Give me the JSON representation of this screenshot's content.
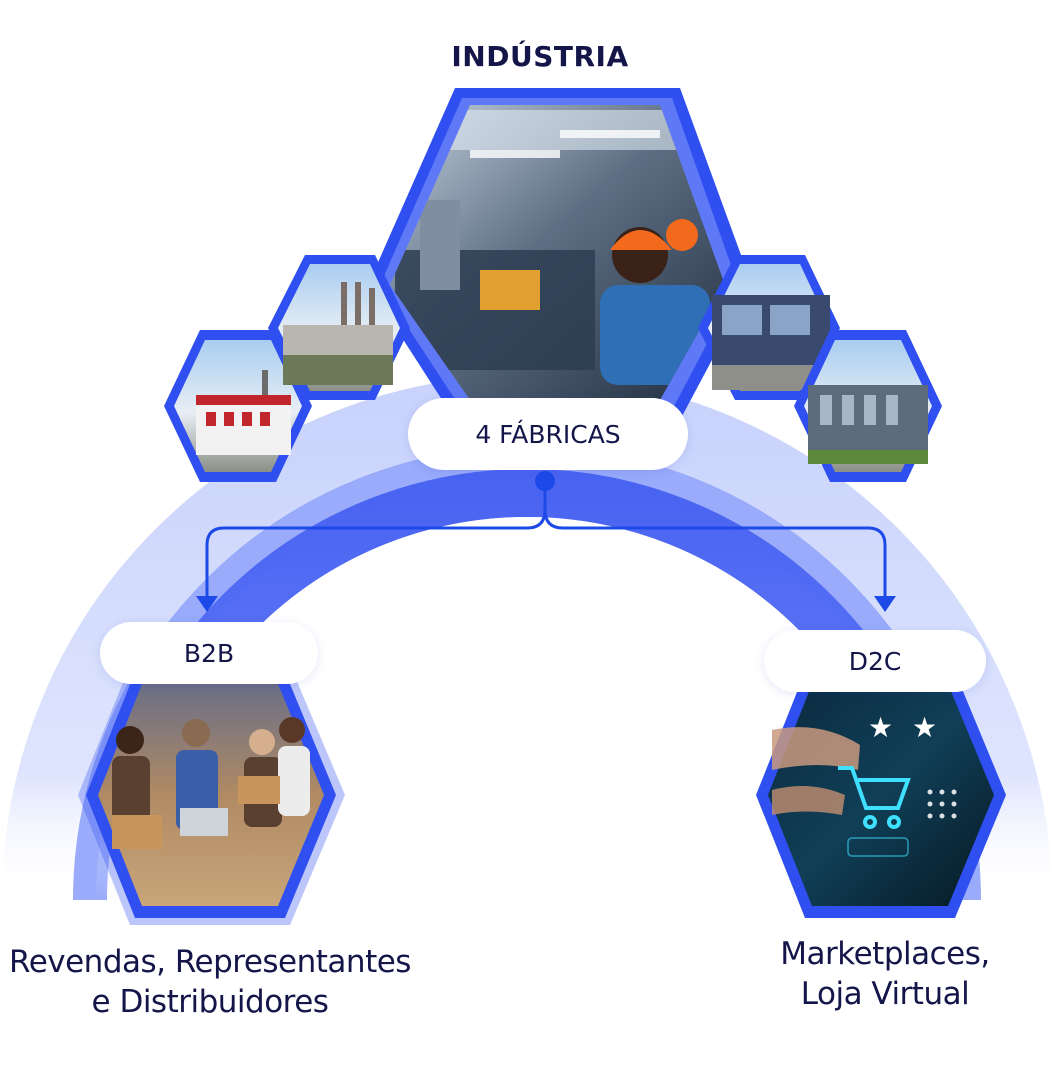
{
  "diagram": {
    "top_label": "INDÚSTRIA",
    "factories_label": "4 FÁBRICAS",
    "branches": [
      {
        "label": "B2B",
        "description_line1": "Revendas, Representantes",
        "description_line2": "e Distribuidores",
        "image": "warehouse-team-photo"
      },
      {
        "label": "D2C",
        "description_line1": "Marketplaces,",
        "description_line2": "Loja Virtual",
        "image": "ecommerce-cart-photo"
      }
    ],
    "images": {
      "main": "factory-workers-photo",
      "factories": [
        "factory-building-1-photo",
        "factory-chimneys-photo",
        "factory-building-3-photo",
        "factory-building-4-photo"
      ]
    },
    "colors": {
      "arc_outer": "#d6defd",
      "arc_mid": "#7f95f8",
      "arc_inner": "#3f5cf0",
      "accent": "#1d49e8",
      "text_dark": "#14164a"
    }
  }
}
